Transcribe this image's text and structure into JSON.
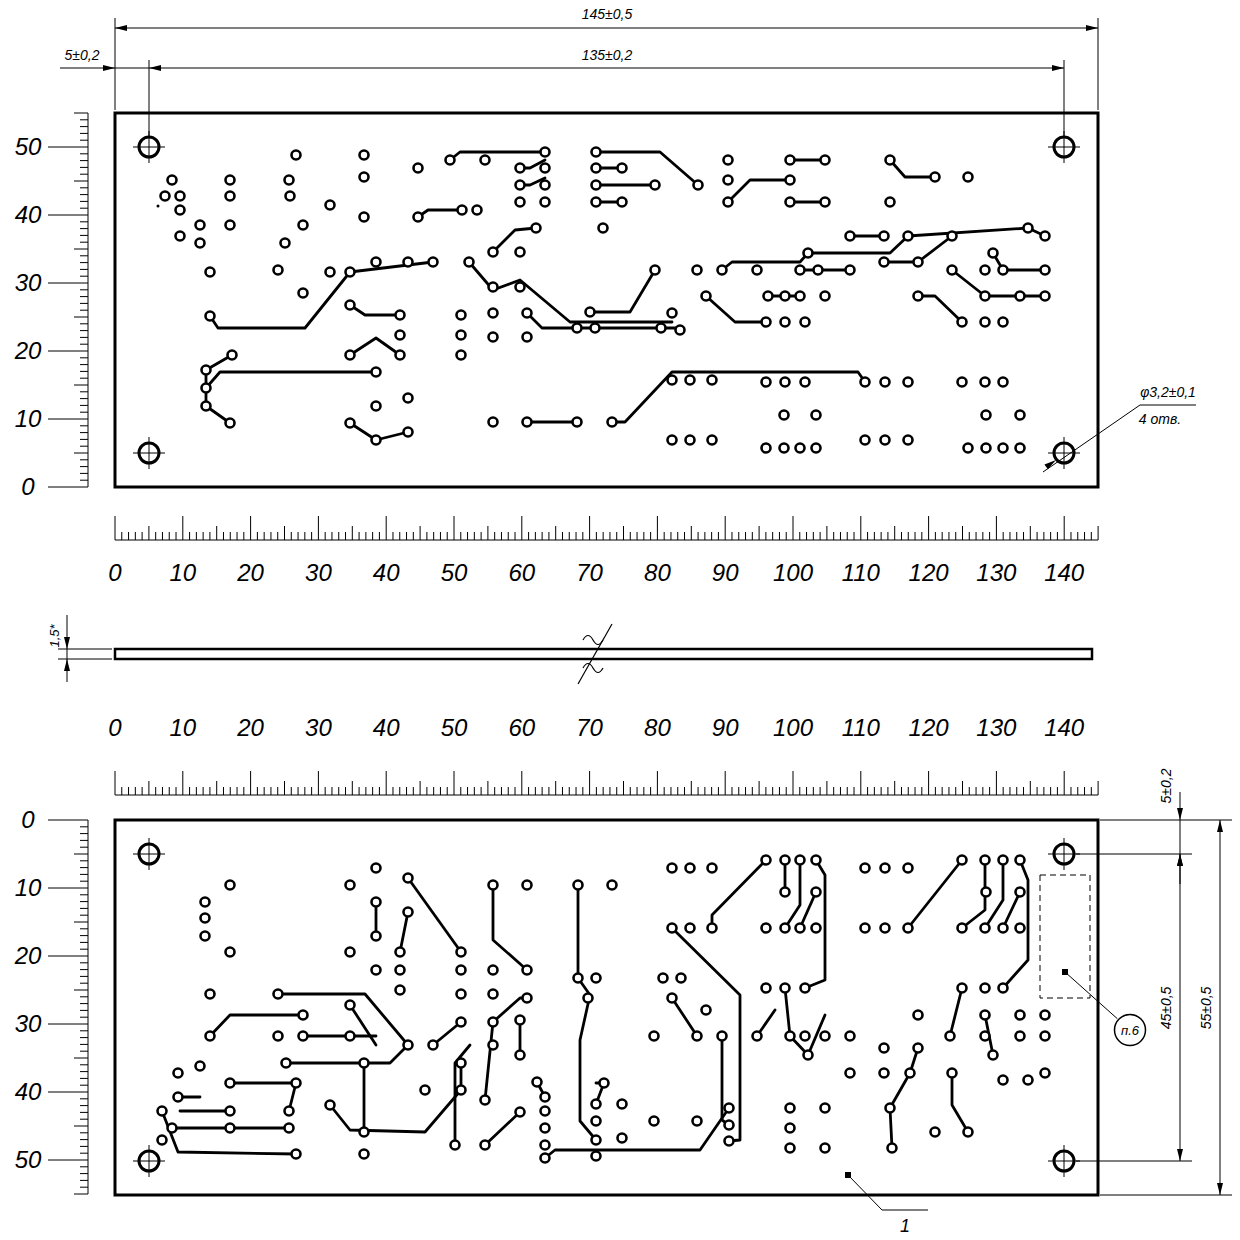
{
  "diagram": {
    "nodes": [
      {
        "text": [
          "п.6"
        ]
      }
    ],
    "labels": [
      "145±0,5",
      "5±0,2",
      "135±0,2",
      "50",
      "40",
      "30",
      "20",
      "10",
      "0",
      "φ3,2±0,1",
      "4 отв.",
      "0",
      "10",
      "20",
      "30",
      "40",
      "50",
      "60",
      "70",
      "80",
      "90",
      "100",
      "110",
      "120",
      "130",
      "140",
      "1,5*",
      "0",
      "10",
      "20",
      "30",
      "40",
      "50",
      "60",
      "70",
      "80",
      "90",
      "100",
      "110",
      "120",
      "130",
      "140",
      "0",
      "10",
      "20",
      "30",
      "40",
      "50",
      "5±0,2",
      "45±0,5",
      "55±0,5",
      "1"
    ]
  }
}
